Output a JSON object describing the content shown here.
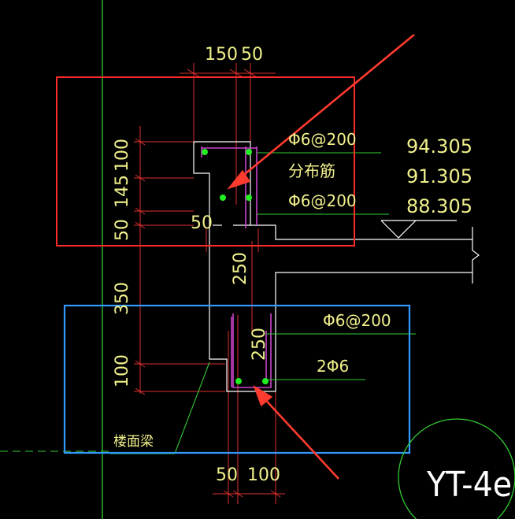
{
  "dimensions": {
    "top_150": "150",
    "top_50": "50",
    "left_100_top": "100",
    "left_145": "145",
    "left_50": "50",
    "left_350": "350",
    "left_100_bottom": "100",
    "mid_50": "50",
    "vert_250_upper": "250",
    "vert_250_lower": "250",
    "bottom_50": "50",
    "bottom_100": "100"
  },
  "rebar_labels": {
    "upper_rebar_1": "Φ6@200",
    "distribution_bar": "分布筋",
    "upper_rebar_2": "Φ6@200",
    "lower_stirrup": "Φ6@200",
    "lower_main_bars": "2Φ6"
  },
  "elevations": [
    "94.305",
    "91.305",
    "88.305"
  ],
  "floor_beam_label": "楼面梁",
  "drawing_tag": "YT-4e",
  "colors": {
    "red_box": "#ff2a2a",
    "blue_box": "#3399ff",
    "green_line": "#33cc33",
    "yellow_text": "#f0f08c",
    "magenta_rebar": "#cc44cc",
    "white_outline": "#ffffff",
    "arrow_red": "#ff3b2f",
    "dim_red": "#e03030"
  }
}
